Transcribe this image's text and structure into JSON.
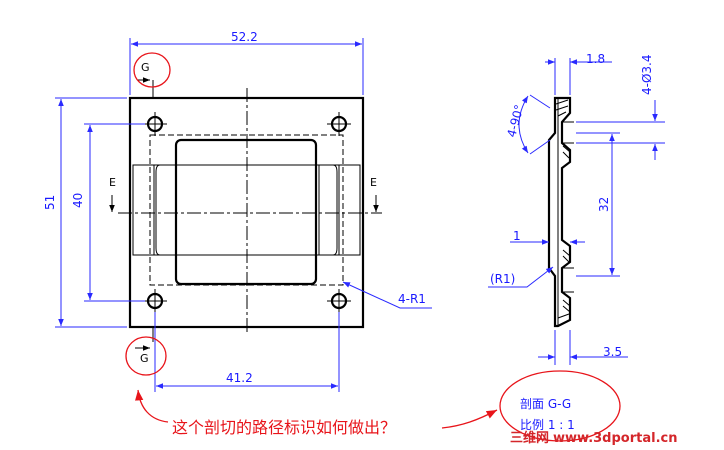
{
  "front_view": {
    "dim_width": "52.2",
    "dim_height_outer": "51",
    "dim_height_inner": "40",
    "dim_bottom": "41.2",
    "hole_callout": "4-R1",
    "section_letter_g": "G",
    "section_letter_e": "E"
  },
  "side_view": {
    "dim_top": "1.8",
    "dim_holes": "4-Ø3.4",
    "dim_angle": "4-90°",
    "dim_32": "32",
    "dim_1": "1",
    "dim_r1": "(R1)",
    "dim_bottom": "3.5"
  },
  "section_label": {
    "line1": "剖面 G-G",
    "line2": "比例 1 : 1"
  },
  "question": "这个剖切的路径标识如何做出？",
  "watermark": {
    "brand_cn": "三维网",
    "url": "www.3dportal.cn"
  },
  "colors": {
    "dimension": "#1a1aff",
    "annotation": "#e8141a",
    "lines": "#000000"
  }
}
